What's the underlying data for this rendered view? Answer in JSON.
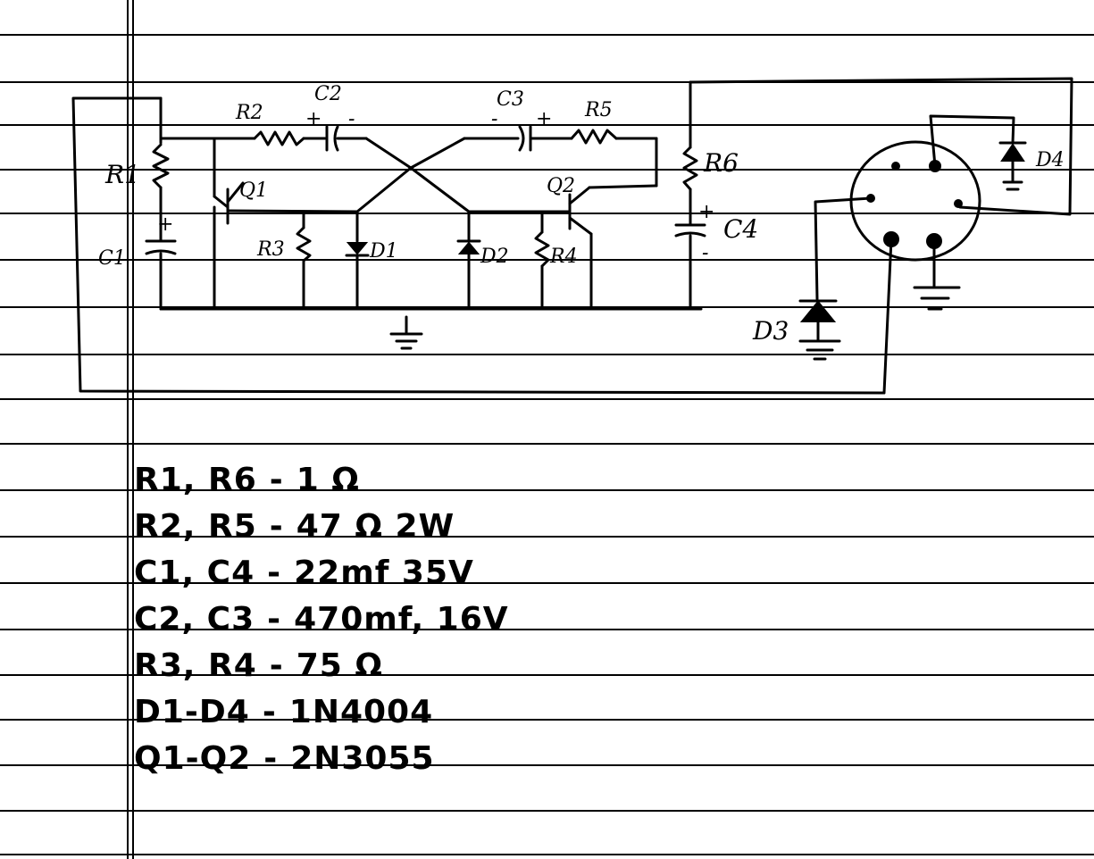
{
  "schematic": {
    "labels": {
      "r1": "R1",
      "r2": "R2",
      "r3": "R3",
      "r4": "R4",
      "r5": "R5",
      "r6": "R6",
      "c1": "C1",
      "c2": "C2",
      "c3": "C3",
      "c4": "C4",
      "q1": "Q1",
      "q2": "Q2",
      "d1": "D1",
      "d2": "D2",
      "d3": "D3",
      "d4": "D4",
      "plus": "+",
      "minus": "-"
    }
  },
  "parts_list": [
    {
      "parts": "R1, R6",
      "value": "1 Ω"
    },
    {
      "parts": "R2, R5",
      "value": "47 Ω 2W"
    },
    {
      "parts": "C1, C4",
      "value": "22mf 35V"
    },
    {
      "parts": "C2, C3",
      "value": "470mf, 16V"
    },
    {
      "parts": "R3, R4",
      "value": "75 Ω"
    },
    {
      "parts": "D1-D4",
      "value": "1N4004"
    },
    {
      "parts": "Q1-Q2",
      "value": "2N3055"
    }
  ]
}
